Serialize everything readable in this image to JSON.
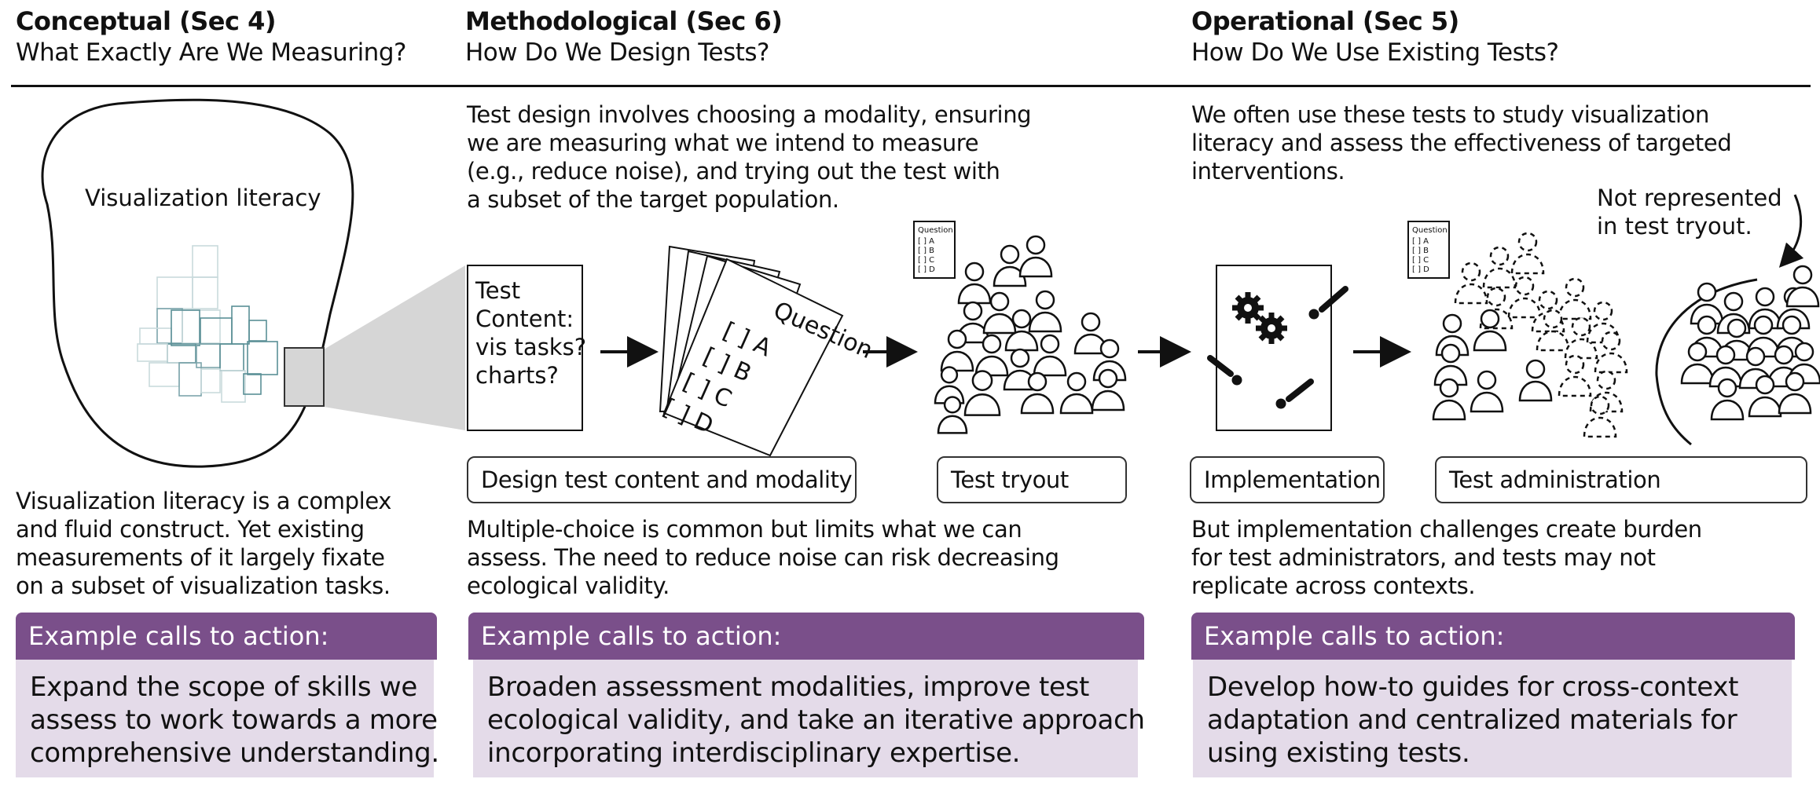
{
  "columns": [
    {
      "title": "Conceptual (Sec 4)",
      "subtitle": "What Exactly Are We Measuring?",
      "blob_label": "Visualization literacy",
      "description": [
        "Visualization literacy is a complex",
        "and fluid construct. Yet existing",
        "measurements of it largely fixate",
        "on a subset of visualization tasks."
      ],
      "cta_header": "Example calls to action:",
      "cta_body": [
        "Expand the scope of skills we",
        "assess to work towards a more",
        "comprehensive understanding."
      ]
    },
    {
      "title": "Methodological (Sec 6)",
      "subtitle": "How Do We Design Tests?",
      "intro": [
        "Test design involves choosing a modality, ensuring",
        "we are measuring what we intend to measure",
        "(e.g., reduce noise), and trying out the test with",
        "a subset of the target population."
      ],
      "content_box": [
        "Test",
        "Content:",
        "vis tasks?",
        "charts?"
      ],
      "question_sheet": {
        "title": "Question",
        "options": [
          "[ ] A",
          "[ ] B",
          "[ ] C",
          "[ ] D"
        ]
      },
      "small_form": {
        "title": "Question",
        "options": [
          "[ ] A",
          "[ ] B",
          "[ ] C",
          "[ ] D"
        ]
      },
      "step_labels": [
        "Design test content and modality",
        "Test tryout"
      ],
      "description": [
        "Multiple-choice is common but limits what we can",
        "assess. The need to reduce noise can risk decreasing",
        "ecological validity."
      ],
      "cta_header": "Example calls to action:",
      "cta_body": [
        "Broaden assessment modalities, improve test",
        "ecological validity, and take an iterative approach",
        "incorporating interdisciplinary expertise."
      ]
    },
    {
      "title": "Operational (Sec 5)",
      "subtitle": "How Do We Use Existing Tests?",
      "intro": [
        "We often use these tests to study visualization",
        "literacy and assess the effectiveness of targeted",
        "interventions."
      ],
      "annotation": [
        "Not represented",
        "in test tryout."
      ],
      "small_form": {
        "title": "Question",
        "options": [
          "[ ] A",
          "[ ] B",
          "[ ] C",
          "[ ] D"
        ]
      },
      "step_labels": [
        "Implementation",
        "Test administration"
      ],
      "description": [
        "But implementation challenges create burden",
        "for test administrators, and tests may not",
        "replicate across contexts."
      ],
      "cta_header": "Example calls to action:",
      "cta_body": [
        "Develop how-to guides for cross-context",
        "adaptation and centralized materials for",
        "using existing tests."
      ]
    }
  ],
  "colors": {
    "accent": "#7a4f8a",
    "accent_light": "#e4dbe9",
    "teal": "#5a8f96",
    "grey": "#cccccc"
  }
}
